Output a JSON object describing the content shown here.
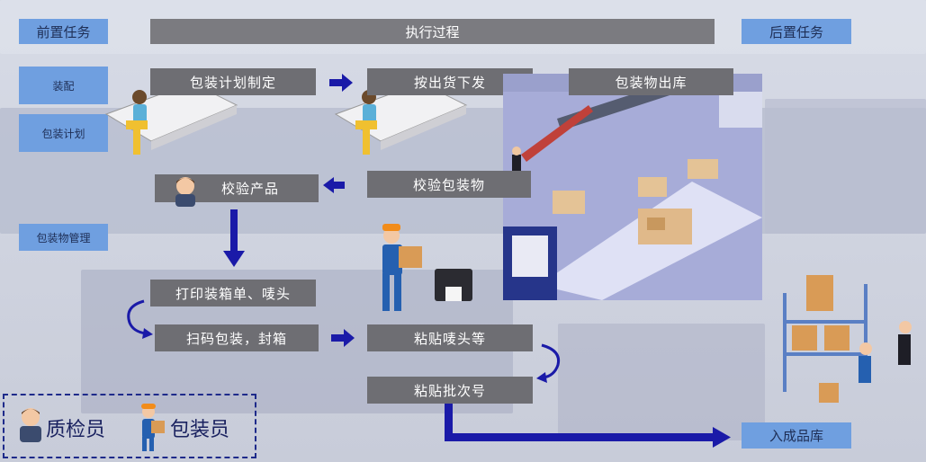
{
  "header": {
    "pre_task": "前置任务",
    "process": "执行过程",
    "post_task": "后置任务"
  },
  "pre_tasks": [
    "装配",
    "包装计划",
    "包装物管理"
  ],
  "steps": {
    "plan": "包装计划制定",
    "ship": "按出货下发",
    "out": "包装物出库",
    "verify_product": "校验产品",
    "verify_package": "校验包装物",
    "print": "打印装箱单、唛头",
    "scan": "扫码包装，封箱",
    "paste_mark": "粘贴唛头等",
    "paste_batch": "粘贴批次号",
    "store": "入成品库"
  },
  "legend": {
    "inspector": "质检员",
    "packer": "包装员"
  },
  "colors": {
    "accent_blue": "#6f9fe0",
    "arrow_blue": "#1a1aa8",
    "box_gray": "#6e6e73"
  }
}
